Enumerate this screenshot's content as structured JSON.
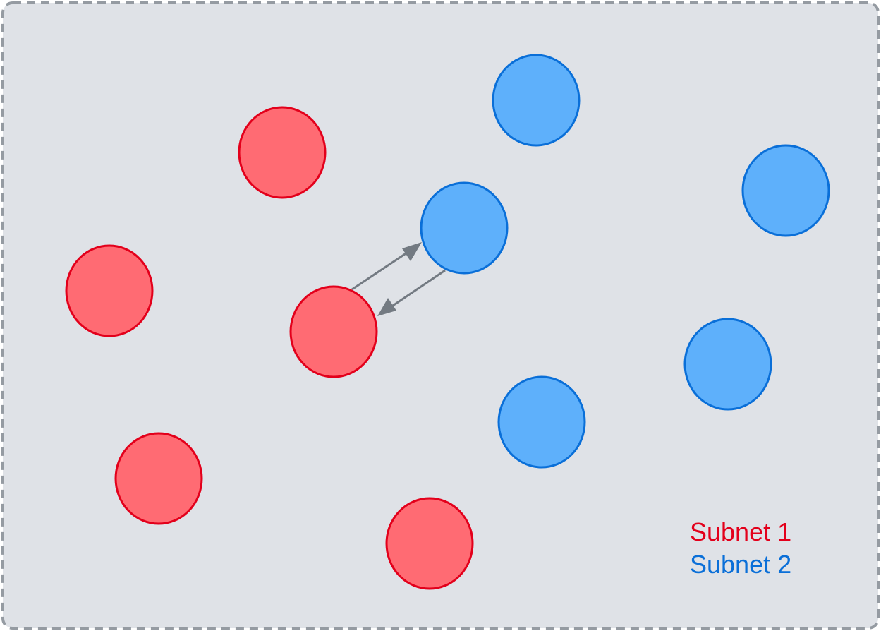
{
  "colors": {
    "background": "#dfe2e7",
    "border": "#959ba2",
    "subnet1_fill": "#ff6b73",
    "subnet1_stroke": "#e3001b",
    "subnet2_fill": "#5eb0fb",
    "subnet2_stroke": "#0a6fd8",
    "arrow": "#737a82"
  },
  "legend": {
    "subnet1_label": "Subnet 1",
    "subnet2_label": "Subnet 2"
  },
  "nodes": [
    {
      "subnet": "subnet-1",
      "role": "top"
    },
    {
      "subnet": "subnet-1",
      "role": "left"
    },
    {
      "subnet": "subnet-1",
      "role": "center"
    },
    {
      "subnet": "subnet-1",
      "role": "bottom-left"
    },
    {
      "subnet": "subnet-1",
      "role": "bottom"
    },
    {
      "subnet": "subnet-2",
      "role": "top"
    },
    {
      "subnet": "subnet-2",
      "role": "right"
    },
    {
      "subnet": "subnet-2",
      "role": "center"
    },
    {
      "subnet": "subnet-2",
      "role": "right-lower"
    },
    {
      "subnet": "subnet-2",
      "role": "bottom"
    }
  ],
  "connections": [
    {
      "from": "subnet-1 center",
      "to": "subnet-2 center"
    },
    {
      "from": "subnet-2 center",
      "to": "subnet-1 center"
    }
  ]
}
